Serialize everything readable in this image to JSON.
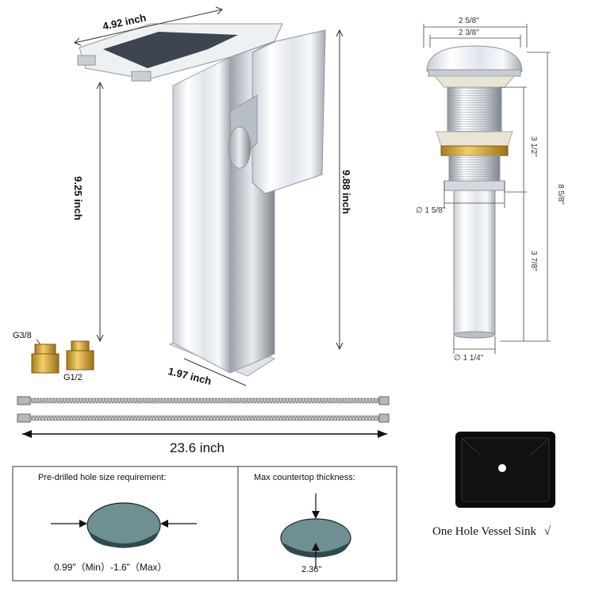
{
  "faucet": {
    "width_label": "4.92 inch",
    "height_spout_label": "9.25 inch",
    "height_total_label": "9.88 inch",
    "base_label": "1.97 inch"
  },
  "adapters": {
    "g38_label": "G3/8",
    "g12_label": "G1/2"
  },
  "hoses": {
    "length_label": "23.6 inch"
  },
  "drain": {
    "top_outer_label": "2 5/8\"",
    "top_inner_label": "2 3/8\"",
    "thread_length_label": "3 1/2\"",
    "total_length_label": "8 5/8\"",
    "thread_diameter_label": "∅ 1 5/8\"",
    "tail_length_label": "3 7/8\"",
    "tail_diameter_label": "∅ 1 1/4\""
  },
  "sink": {
    "caption": "One Hole Vessel Sink",
    "check_symbol": "√"
  },
  "requirements": {
    "hole_title": "Pre-drilled hole size requirement:",
    "hole_range": "0.99\"（Min）-1.6\"（Max）",
    "thickness_title": "Max countertop thickness:",
    "thickness_value": "2.36\""
  },
  "colors": {
    "chrome_light": "#f4f6f8",
    "chrome_dark": "#8a9098",
    "brass": "#d4a531",
    "hole_fill": "#6f8f92",
    "hole_shadow": "#2e4a4c",
    "sink_black": "#0b0b0b"
  }
}
